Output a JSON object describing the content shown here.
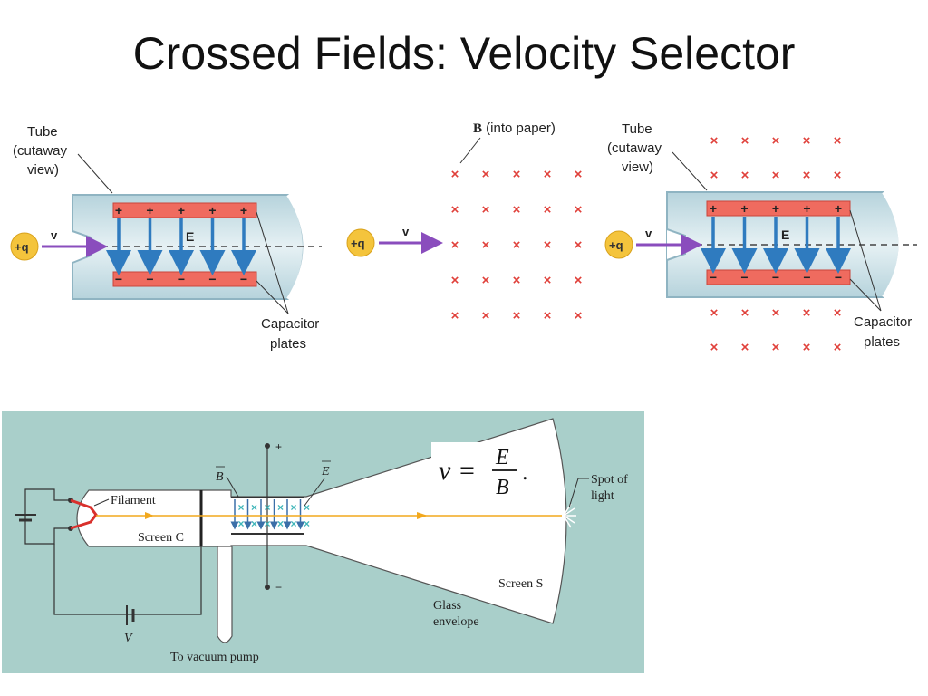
{
  "title": "Crossed Fields: Velocity Selector",
  "panel_e": {
    "tube_label": [
      "Tube",
      "(cutaway",
      "view)"
    ],
    "charge": "+q",
    "velocity": "v",
    "field": "E",
    "plates_label": [
      "Capacitor",
      "plates"
    ],
    "plus_sign": "+",
    "minus_sign": "−"
  },
  "panel_b": {
    "field_label_bold": "B",
    "field_label_rest": " (into paper)",
    "charge": "+q",
    "velocity": "v",
    "cross": "×"
  },
  "panel_eb": {
    "tube_label": [
      "Tube",
      "(cutaway",
      "view)"
    ],
    "charge": "+q",
    "velocity": "v",
    "field": "E",
    "plates_label": [
      "Capacitor",
      "plates"
    ],
    "plus_sign": "+",
    "minus_sign": "−",
    "cross": "×"
  },
  "apparatus": {
    "filament": "Filament",
    "screen_c": "Screen C",
    "b_label": "B",
    "e_label": "E",
    "plus": "+",
    "minus": "−",
    "formula_v": "v",
    "formula_eq": "=",
    "formula_num": "E",
    "formula_den": "B",
    "formula_dot": ".",
    "spot": [
      "Spot of",
      "light"
    ],
    "screen_s": "Screen S",
    "glass": [
      "Glass",
      "envelope"
    ],
    "battery": "V",
    "pump": "To vacuum pump",
    "cross": "×"
  },
  "colors": {
    "tube_fill": "#c4dbe2",
    "plate_fill": "#ef6b5f",
    "field_arrow": "#2f7bbf",
    "velocity_arrow": "#8a4dbd",
    "charge_fill": "#f4c43c",
    "cross_red": "#e0403a",
    "apparatus_bg": "#a9cfca",
    "beam": "#f2a81d",
    "cross_cyan": "#3fb6b9"
  }
}
